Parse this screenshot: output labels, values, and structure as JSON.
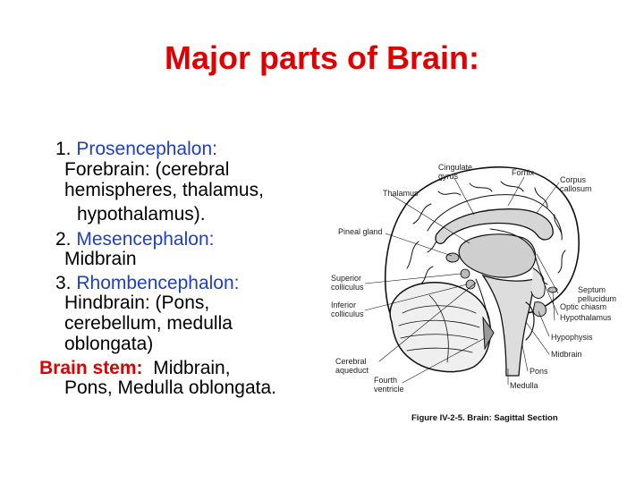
{
  "slide": {
    "title": "Major parts of Brain:",
    "items": [
      {
        "number": "1.",
        "term": "Prosencephalon:",
        "lines": [
          "Forebrain: (cerebral",
          "hemispheres, thalamus,",
          "hypothalamus)."
        ]
      },
      {
        "number": "2.",
        "term": "Mesencephalon:",
        "lines": [
          "Midbrain"
        ]
      },
      {
        "number": "3.",
        "term": "Rhombencephalon:",
        "lines": [
          "Hindbrain: (Pons,",
          "cerebellum, medulla",
          "oblongata)"
        ]
      }
    ],
    "brain_stem": {
      "label": "Brain stem:",
      "text": "Midbrain,",
      "line2": "Pons, Medulla oblongata."
    },
    "colors": {
      "title": "#e00000",
      "term": "#1f3fbf",
      "brain_stem_label": "#e00000"
    }
  },
  "figure": {
    "labels": {
      "cingulate": "Cingulate",
      "gyrus": "gyrus",
      "fornix": "Fornix",
      "corpus": "Corpus",
      "callosum": "callosum",
      "thalamus": "Thalamus",
      "pineal": "Pineal gland",
      "superior": "Superior",
      "superior_colliculus": "colliculus",
      "inferior": "Inferior",
      "inferior_colliculus": "colliculus",
      "septum": "Septum",
      "pellucidum": "pellucidum",
      "hypothalamus": "Hypothalamus",
      "optic_chiasm": "Optic chiasm",
      "hypophysis": "Hypophysis",
      "midbrain": "Midbrain",
      "cerebral": "Cerebral",
      "aqueduct": "aqueduct",
      "pons": "Pons",
      "fourth": "Fourth",
      "ventricle": "ventricle",
      "medulla": "Medulla"
    },
    "caption": "Figure IV-2-5. Brain: Sagittal Section"
  }
}
